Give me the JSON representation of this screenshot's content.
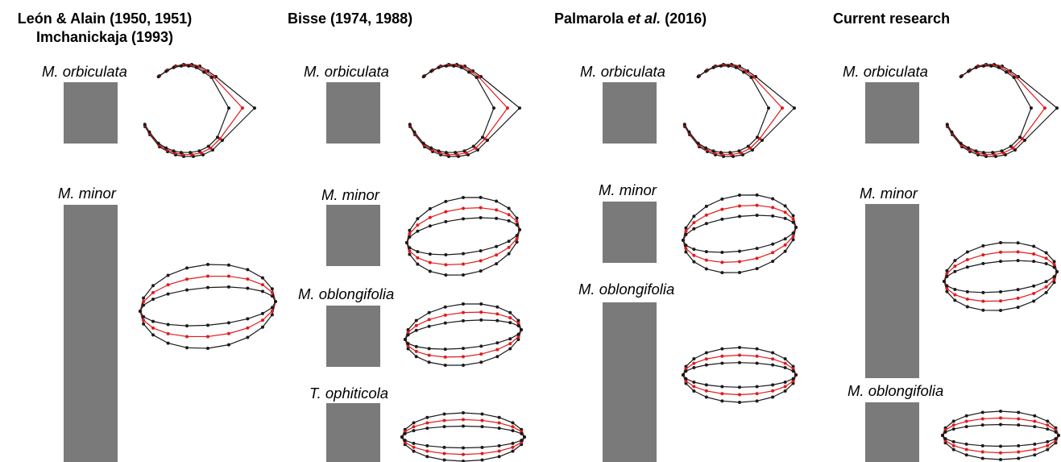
{
  "columns": [
    {
      "title_line1": "León & Alain (1950, 1951)",
      "title_line2": "Imchanickaja (1993)"
    },
    {
      "title": "Bisse (1974, 1988)"
    },
    {
      "title_prefix": "Palmarola ",
      "title_italic": "et al.",
      "title_suffix": " (2016)"
    },
    {
      "title": "Current research"
    }
  ],
  "species": {
    "orbiculata": "M. orbiculata",
    "minor": "M. minor",
    "oblongifolia": "M. oblongifolia",
    "ophiticola": "T. ophiticola"
  },
  "colors": {
    "bar": "#7a7a7a",
    "outline": "#1a1a1a",
    "mean": "#e31a1a"
  }
}
